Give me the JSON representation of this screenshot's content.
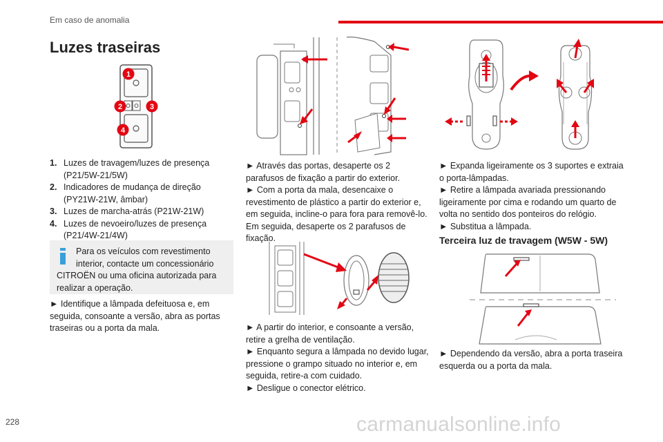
{
  "header": {
    "section": "Em caso de anomalia",
    "accent_color": "#e30613"
  },
  "page_title": "Luzes traseiras",
  "lamp_callouts": [
    "1",
    "2",
    "3",
    "4"
  ],
  "lamp_list": [
    {
      "num": "1.",
      "text": "Luzes de travagem/luzes de presença (P21/5W-21/5W)"
    },
    {
      "num": "2.",
      "text": "Indicadores de mudança de direção (PY21W-21W, âmbar)"
    },
    {
      "num": "3.",
      "text": "Luzes de marcha-atrás (P21W-21W)"
    },
    {
      "num": "4.",
      "text": "Luzes de nevoeiro/luzes de presença (P21/4W-21/4W)"
    }
  ],
  "info_box": {
    "icon": "info-icon",
    "line1": "Para os veículos com revestimento interior, contacte um concessionário",
    "line2": "CITROËN ou uma oficina autorizada para realizar a operação."
  },
  "col1_instruction": "► Identifique a lâmpada defeituosa e, em seguida, consoante a versão, abra as portas traseiras ou a porta da mala.",
  "col2_steps_a": [
    "► Através das portas, desaperte os 2 parafusos de fixação a partir do exterior.",
    "► Com a porta da mala, desencaixe o revestimento de plástico a partir do exterior e, em seguida, incline-o para fora para removê-lo. Em seguida, desaperte os 2 parafusos de fixação."
  ],
  "col2_steps_b": [
    "► A partir do interior, e consoante a versão, retire a grelha de ventilação.",
    "► Enquanto segura a lâmpada no devido lugar, pressione o grampo situado no interior e, em seguida, retire-a com cuidado.",
    "► Desligue o conector elétrico."
  ],
  "col3_steps": [
    "► Expanda ligeiramente os 3 suportes e extraia o porta-lâmpadas.",
    "► Retire a lâmpada avariada pressionando ligeiramente por cima e rodando um quarto de volta no sentido dos ponteiros do relógio.",
    "► Substitua a lâmpada."
  ],
  "third_brake": {
    "title": "Terceira luz de travagem (W5W - 5W)",
    "step": "► Dependendo da versão, abra a porta traseira esquerda ou a porta da mala."
  },
  "page_number": "228",
  "watermark": "carmanualsonline.info"
}
